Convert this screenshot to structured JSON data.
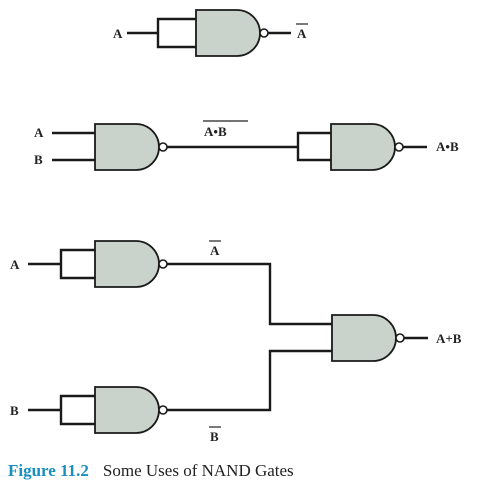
{
  "labels": {
    "g1_in": "A",
    "g1_out": "A",
    "g2_in_a": "A",
    "g2_in_b": "B",
    "g2_mid": "A•B",
    "g3_out": "A•B",
    "g4_in": "A",
    "g4_out": "A",
    "g5_in": "B",
    "g5_out": "B",
    "g6_out": "A+B"
  },
  "caption": {
    "label": "Figure 11.2",
    "text": "Some Uses of NAND Gates"
  },
  "colors": {
    "gate_fill": "#c9d3cc",
    "caption_label": "#1a8fbf",
    "ink": "#1a1a1a"
  }
}
